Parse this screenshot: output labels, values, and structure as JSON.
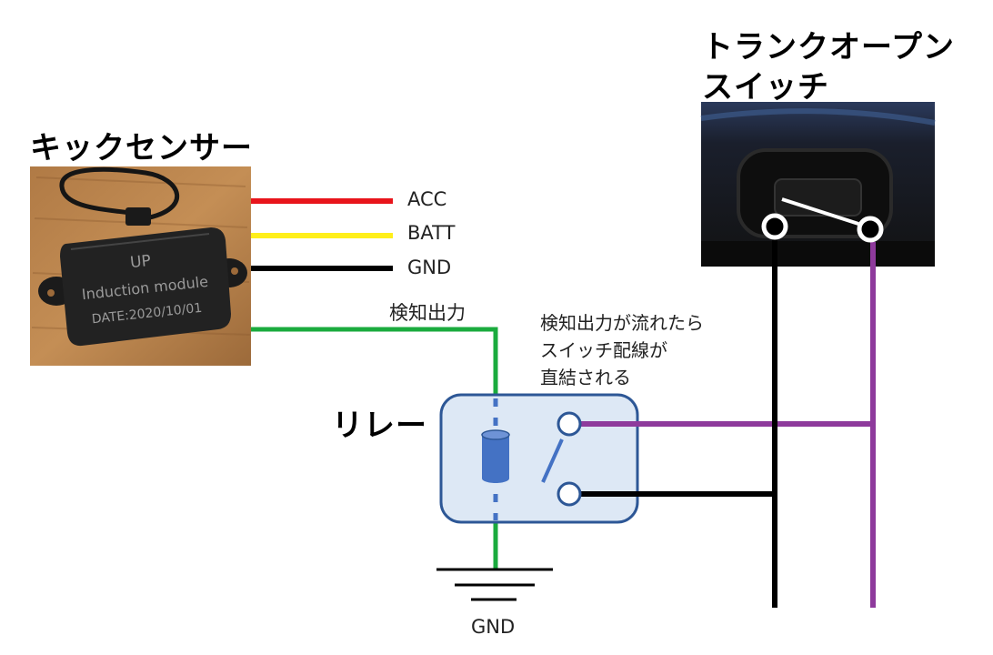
{
  "titles": {
    "sensor": "キックセンサー",
    "trunk_line1": "トランクオープン",
    "trunk_line2": "スイッチ",
    "relay": "リレー"
  },
  "module": {
    "line1": "UP",
    "line2": "Induction module",
    "line3": "DATE:2020/10/01"
  },
  "wires": {
    "acc": "ACC",
    "batt": "BATT",
    "gnd": "GND",
    "detect": "検知出力",
    "ground_symbol": "GND"
  },
  "note": {
    "line1": "検知出力が流れたら",
    "line2": "スイッチ配線が",
    "line3": "直結される"
  },
  "colors": {
    "acc_wire": "#e8141b",
    "batt_wire": "#ffef1a",
    "gnd_wire": "#000000",
    "detect_wire": "#1aab3e",
    "switch_wire": "#8e3a9c",
    "relay_fill": "#dde8f5",
    "relay_border": "#2d5796",
    "coil": "#4472c4"
  }
}
